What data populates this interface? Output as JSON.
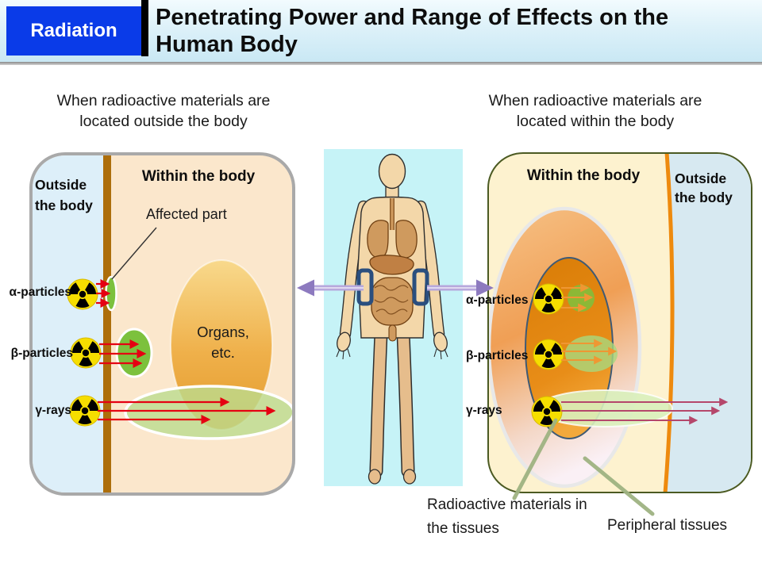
{
  "header": {
    "badge_label": "Radiation",
    "title": "Penetrating Power and Range of Effects on the Human Body"
  },
  "left_section": {
    "caption": "When radioactive materials are located outside the body",
    "outside_label": "Outside the body",
    "within_label": "Within the body",
    "affected_part_label": "Affected part",
    "organs_label": "Organs, etc.",
    "sources": [
      {
        "label": "α-particles"
      },
      {
        "label": "β-particles"
      },
      {
        "label": "γ-rays"
      }
    ]
  },
  "right_section": {
    "caption": "When radioactive materials are located within the body",
    "within_label": "Within the body",
    "outside_label": "Outside the body",
    "sources": [
      {
        "label": "α-particles"
      },
      {
        "label": "β-particles"
      },
      {
        "label": "γ-rays"
      }
    ],
    "tissues_label": "Radioactive materials in the tissues",
    "peripheral_label": "Peripheral tissues"
  },
  "icons": {
    "radiation_trefoil_icon": "☢"
  },
  "colors": {
    "badge_blue": "#0a3be8",
    "skin_bar_brown": "#ad6e0b",
    "skin_line_orange": "#ee8a0e",
    "outside_body_blue": "#ddeff9",
    "within_body_peach": "#fbe7cc",
    "right_panel_cream": "#fdf2cf",
    "right_outside_blue": "#d7e9f1",
    "panel_border_gray": "#a9a9a9",
    "panel_border_olive": "#4b5a22",
    "arrow_red": "#e50012",
    "arrow_orange": "#ef9733",
    "arrow_maroon": "#b5476b",
    "trefoil_yellow": "#f6de00",
    "affected_green": "#7cc13d",
    "range_green_light": "#bcdc8e",
    "range_green_pale": "#d9efbb",
    "organs_orange": "#eeab41",
    "tissue_inner_orange": "#e0820e",
    "tissue_outer_peach": "#f5bc85",
    "purple_arrow_head": "#8d7abf",
    "purple_arrow_shaft": "#b7a8dc",
    "pointer_olive": "#9fb382",
    "body_panel_cyan": "#c6f3f7"
  }
}
